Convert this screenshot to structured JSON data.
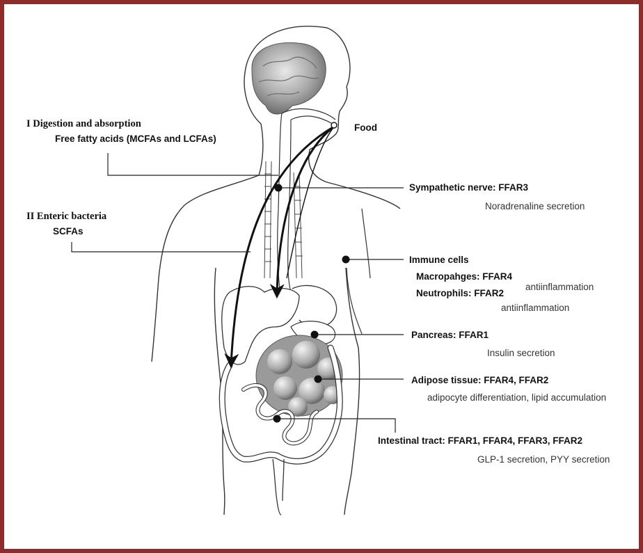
{
  "digestion": {
    "heading": "I Digestion and absorption",
    "detail": "Free fatty acids (MCFAs and LCFAs)"
  },
  "enteric": {
    "heading": "II Enteric bacteria",
    "detail": "SCFAs"
  },
  "food": "Food",
  "sympathetic": {
    "heading": "Sympathetic nerve: FFAR3",
    "effect": "Noradrenaline secretion"
  },
  "immune": {
    "heading": "Immune cells",
    "macrophages": "Macropahges: FFAR4",
    "macrophages_effect": "antiinflammation",
    "neutrophils": "Neutrophils: FFAR2",
    "neutrophils_effect": "antiinflammation"
  },
  "pancreas": {
    "heading": "Pancreas: FFAR1",
    "effect": "Insulin secretion"
  },
  "adipose": {
    "heading": "Adipose tissue: FFAR4, FFAR2",
    "effect": "adipocyte differentiation, lipid accumulation"
  },
  "intestinal": {
    "heading": "Intestinal tract: FFAR1, FFAR4, FFAR3, FFAR2",
    "effect": "GLP-1 secretion, PYY secretion"
  },
  "colors": {
    "frame": "#8e2b2b",
    "ink": "#111111"
  }
}
